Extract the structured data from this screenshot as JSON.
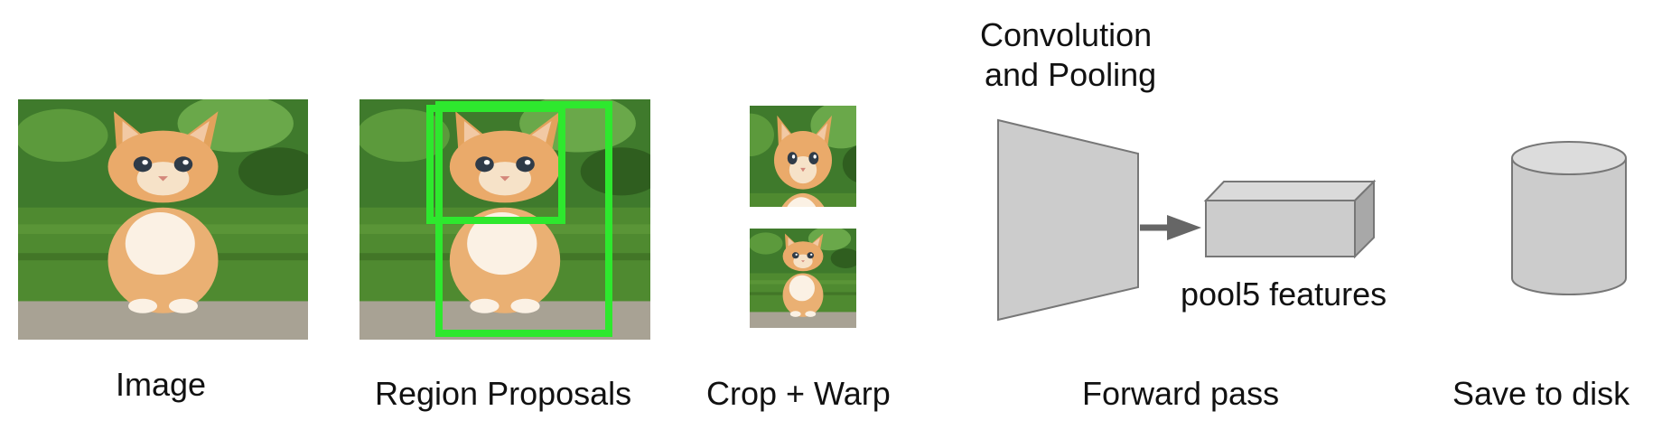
{
  "steps": {
    "image": "Image",
    "region_proposals": "Region Proposals",
    "crop_warp": "Crop + Warp",
    "forward_pass": "Forward pass",
    "save_to_disk": "Save to disk"
  },
  "network": {
    "conv_line1": "Convolution",
    "conv_line2": "and Pooling",
    "features_label": "pool5 features"
  },
  "colors": {
    "proposal_box": "#2ee82e",
    "shape_fill": "#cccccc",
    "shape_stroke": "#777777",
    "arrow": "#666666"
  }
}
